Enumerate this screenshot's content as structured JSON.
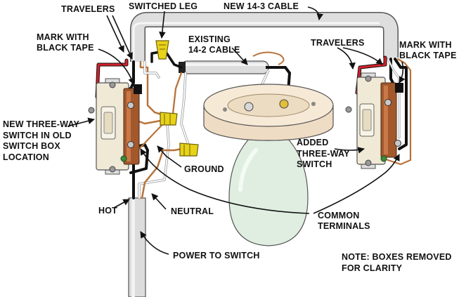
{
  "labels": {
    "travelers_left": "TRAVELERS",
    "switched_leg": "SWITCHED LEG",
    "new_cable": "NEW 14-3 CABLE",
    "mark_left": [
      "MARK WITH",
      "BLACK TAPE"
    ],
    "existing_cable": [
      "EXISTING",
      "14-2 CABLE"
    ],
    "travelers_right": "TRAVELERS",
    "mark_right": [
      "MARK WITH",
      "BLACK TAPE"
    ],
    "new_switch": [
      "NEW THREE-WAY",
      "SWITCH IN OLD",
      "SWITCH BOX",
      "LOCATION"
    ],
    "added_switch": [
      "ADDED",
      "THREE-WAY",
      "SWITCH"
    ],
    "ground": "GROUND",
    "hot": "HOT",
    "neutral": "NEUTRAL",
    "common_terminals": [
      "COMMON",
      "TERMINALS"
    ],
    "power": "POWER TO SWITCH",
    "note": [
      "NOTE: BOXES REMOVED",
      "FOR CLARITY"
    ]
  },
  "colors": {
    "hot_wire": "#111111",
    "traveler_red": "#d4202a",
    "ground_copper": "#b8733a",
    "neutral_white": "#f4f4f4",
    "cable_sheath": "#dcdcdc",
    "wire_nut": "#e8d21a",
    "switch_body": "#a3582c",
    "switch_face": "#efe9d6",
    "bulb_glass": "#dfeee0",
    "fixture_base": "#efdcc4"
  }
}
